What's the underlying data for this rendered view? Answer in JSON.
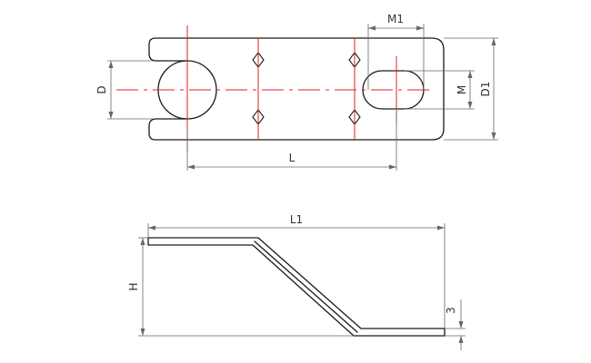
{
  "dimensions": {
    "D": "D",
    "L": "L",
    "M1": "M1",
    "M": "M",
    "D1": "D1",
    "L1": "L1",
    "H": "H",
    "thickness": "3"
  }
}
